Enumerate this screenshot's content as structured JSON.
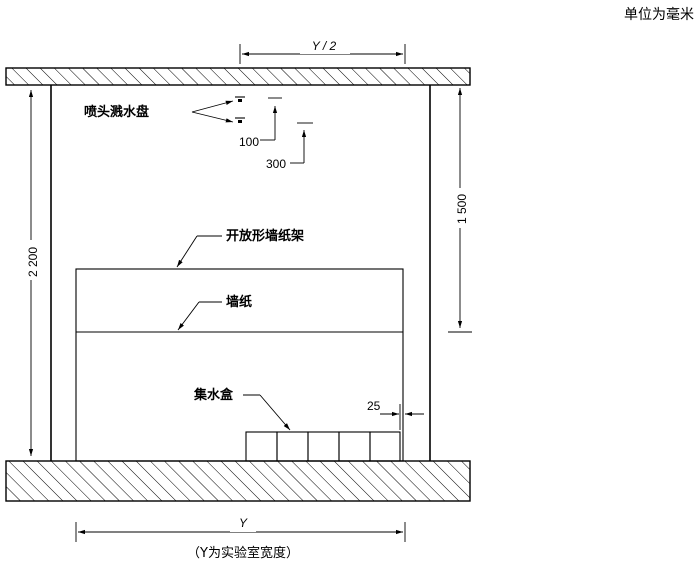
{
  "unit_note": "单位为毫米",
  "labels": {
    "nozzle": "喷头溅水盘",
    "rack": "开放形墙纸架",
    "wallpaper": "墙纸",
    "water_box": "集水盒"
  },
  "dimensions": {
    "half_width": "Y / 2",
    "d100": "100",
    "d300": "300",
    "height_total": "2 200",
    "height_right": "1 500",
    "gap25": "25",
    "width": "Y"
  },
  "caption": "（Y为实验室宽度）"
}
